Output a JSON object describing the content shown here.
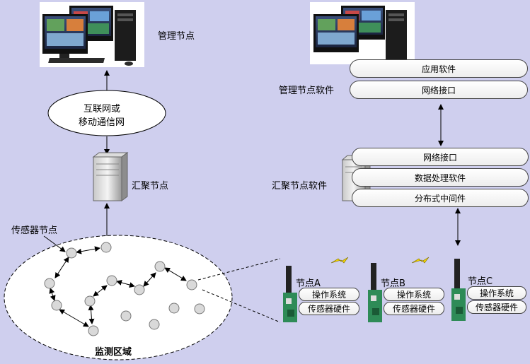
{
  "left": {
    "management_node": "管理节点",
    "network_line1": "互联网或",
    "network_line2": "移动通信网",
    "sink_node": "汇聚节点",
    "sensor_node": "传感器节点",
    "monitor_area": "监测区域"
  },
  "right": {
    "management_software": "管理节点软件",
    "app_software": "应用软件",
    "network_interface_top": "网络接口",
    "sink_software": "汇聚节点软件",
    "network_interface_sink": "网络接口",
    "data_processing": "数据处理软件",
    "middleware": "分布式中间件",
    "nodes": [
      {
        "label": "节点A",
        "os": "操作系统",
        "hw": "传感器硬件"
      },
      {
        "label": "节点B",
        "os": "操作系统",
        "hw": "传感器硬件"
      },
      {
        "label": "节点C",
        "os": "操作系统",
        "hw": "传感器硬件"
      }
    ]
  },
  "colors": {
    "background": "#cfcfee",
    "sensor_dot": "#d9d9d9",
    "lightning": "#f2d400",
    "board": "#2e8b57"
  },
  "icons": [
    "workstation-icon",
    "server-icon",
    "sensor-board-icon",
    "lightning-icon"
  ]
}
